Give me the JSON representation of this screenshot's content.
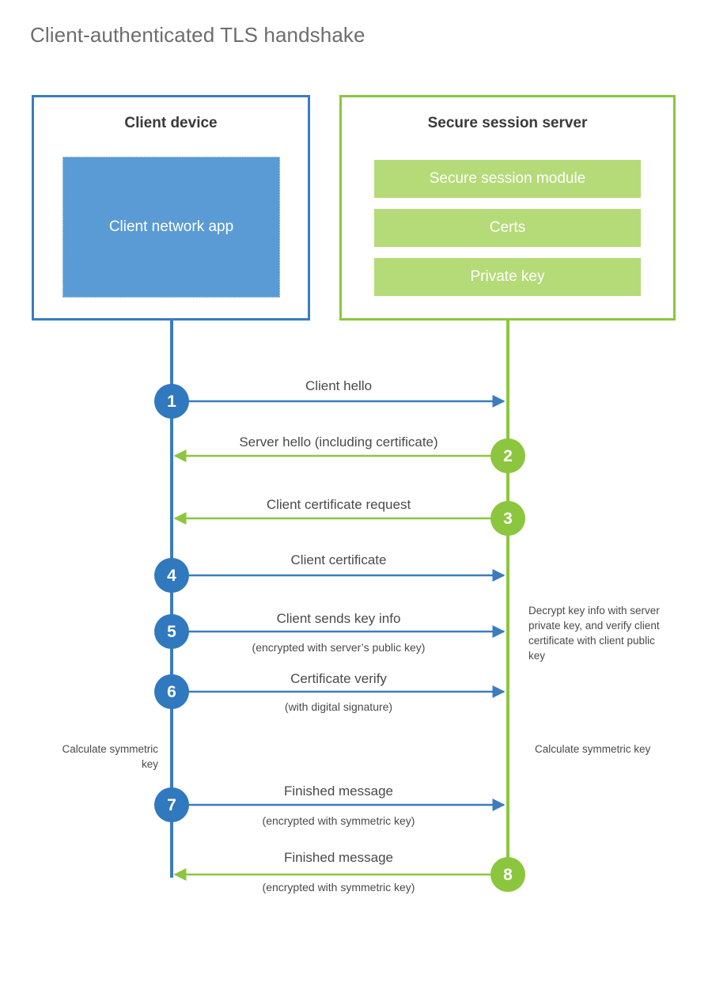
{
  "title": "Client-authenticated TLS handshake",
  "colors": {
    "client_accent": "#3b7cbf",
    "client_circle": "#3079be",
    "client_app_fill": "#5b9bd5",
    "server_accent": "#8cc63e",
    "server_bar_fill": "#b5db78",
    "text": "#4a4a4a",
    "title_text": "#6d6d6d",
    "background": "#ffffff"
  },
  "parties": {
    "client": {
      "title": "Client device",
      "app_label": "Client network app"
    },
    "server": {
      "title": "Secure session server",
      "components": [
        "Secure session module",
        "Certs",
        "Private key"
      ]
    }
  },
  "steps": [
    {
      "number": "1",
      "label": "Client hello",
      "sublabel": "",
      "direction": "client-to-server",
      "side": "client"
    },
    {
      "number": "2",
      "label": "Server hello (including certificate)",
      "sublabel": "",
      "direction": "server-to-client",
      "side": "server"
    },
    {
      "number": "3",
      "label": "Client certificate request",
      "sublabel": "",
      "direction": "server-to-client",
      "side": "server"
    },
    {
      "number": "4",
      "label": "Client certificate",
      "sublabel": "",
      "direction": "client-to-server",
      "side": "client"
    },
    {
      "number": "5",
      "label": "Client sends key info",
      "sublabel": "(encrypted with server’s public key)",
      "direction": "client-to-server",
      "side": "client"
    },
    {
      "number": "6",
      "label": "Certificate verify",
      "sublabel": "(with digital signature)",
      "direction": "client-to-server",
      "side": "client"
    },
    {
      "number": "7",
      "label": "Finished message",
      "sublabel": "(encrypted with symmetric key)",
      "direction": "client-to-server",
      "side": "client"
    },
    {
      "number": "8",
      "label": "Finished message",
      "sublabel": "(encrypted with symmetric key)",
      "direction": "server-to-client",
      "side": "server"
    }
  ],
  "annotations": {
    "server_decrypt": "Decrypt key info with server private key, and verify client certificate with client public key",
    "client_calculate": "Calculate symmetric key",
    "server_calculate": "Calculate symmetric key"
  }
}
